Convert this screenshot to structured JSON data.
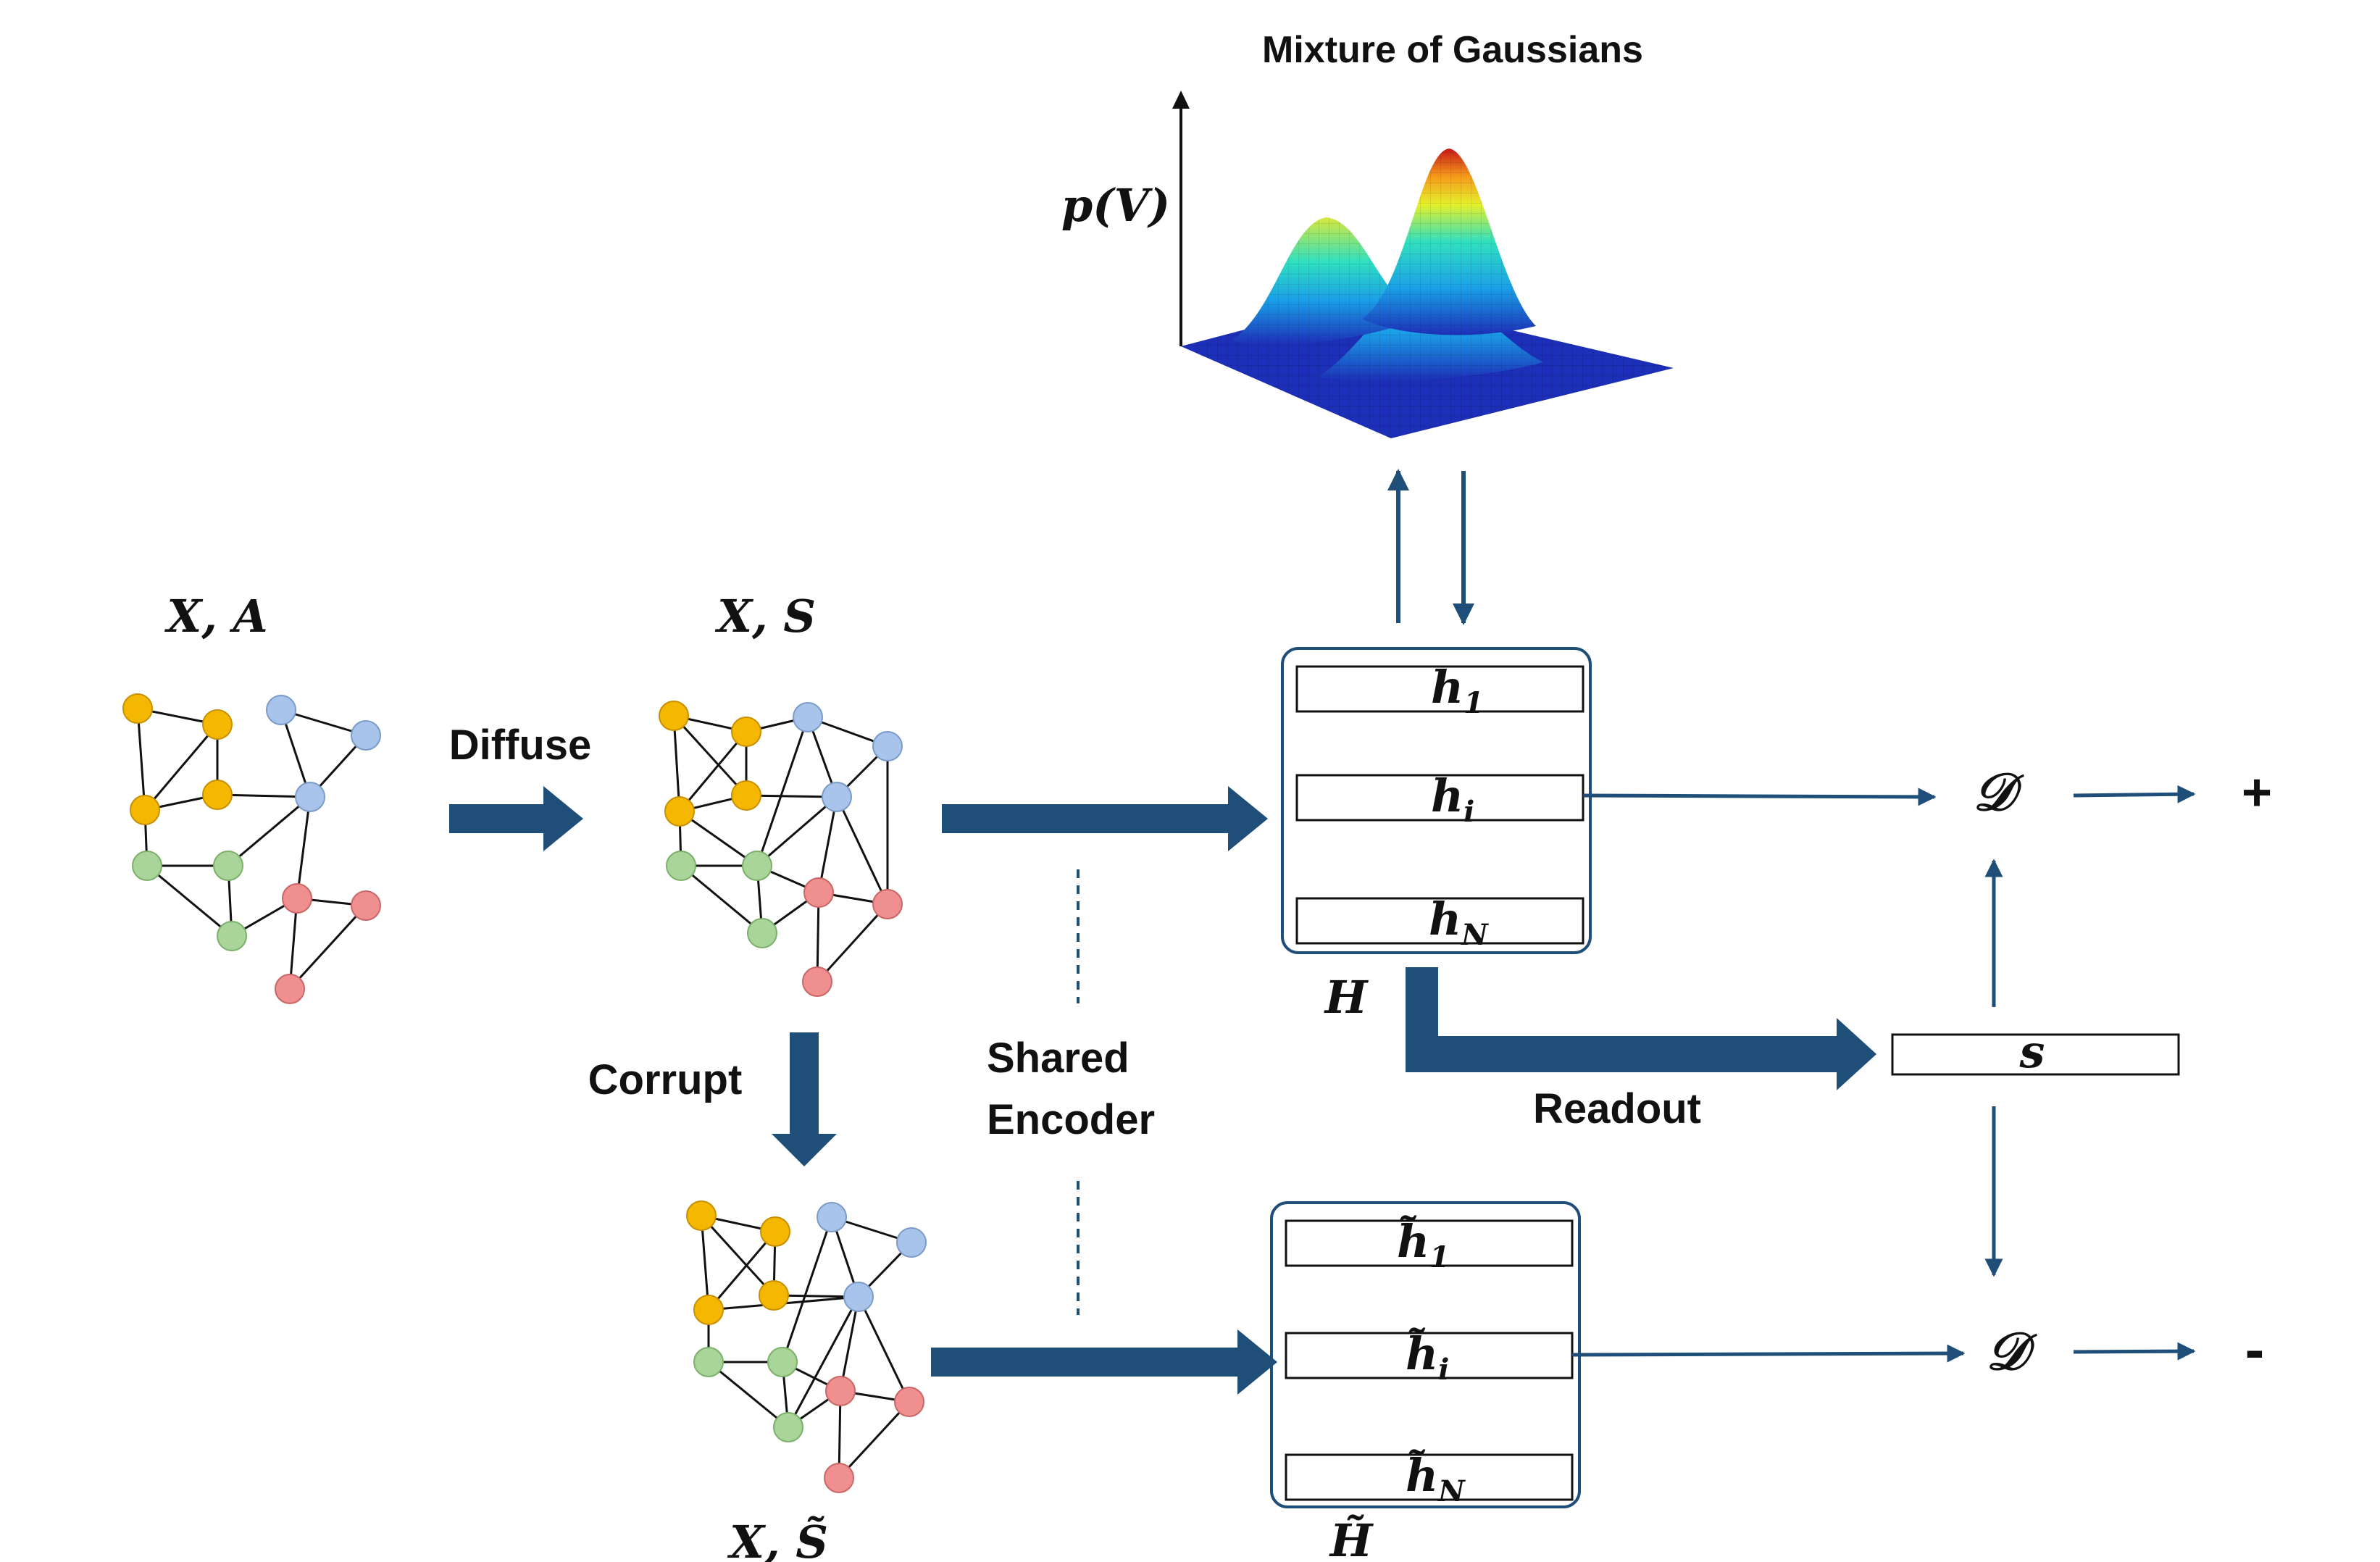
{
  "title": "Mixture of Gaussians",
  "plot": {
    "ylabel": "p(V)"
  },
  "labels": {
    "x_a": "X, A",
    "x_s": "X, S",
    "x_s_tilde": "X, S̃",
    "diffuse": "Diffuse",
    "corrupt": "Corrupt",
    "shared_encoder_line1": "Shared",
    "shared_encoder_line2": "Encoder",
    "readout": "Readout",
    "H": "H",
    "H_tilde": "H̃",
    "s": "s",
    "D_top": "𝒟",
    "D_bottom": "𝒟",
    "plus": "+",
    "minus": "-"
  },
  "H_rows": [
    {
      "base": "h",
      "sub": "1"
    },
    {
      "base": "h",
      "sub": "i"
    },
    {
      "base": "h",
      "sub": "N"
    }
  ],
  "H_tilde_rows": [
    {
      "base": "h̃",
      "sub": "1"
    },
    {
      "base": "h̃",
      "sub": "i"
    },
    {
      "base": "h̃",
      "sub": "N"
    }
  ],
  "colors": {
    "arrow": "#1f4e79",
    "box_border": "#1f4e79",
    "node_orange": "#f5b800",
    "node_blue": "#a9c4ea",
    "node_green": "#a9d49a",
    "node_red": "#ef8f8f",
    "surface_base": "#1c2fb8"
  }
}
